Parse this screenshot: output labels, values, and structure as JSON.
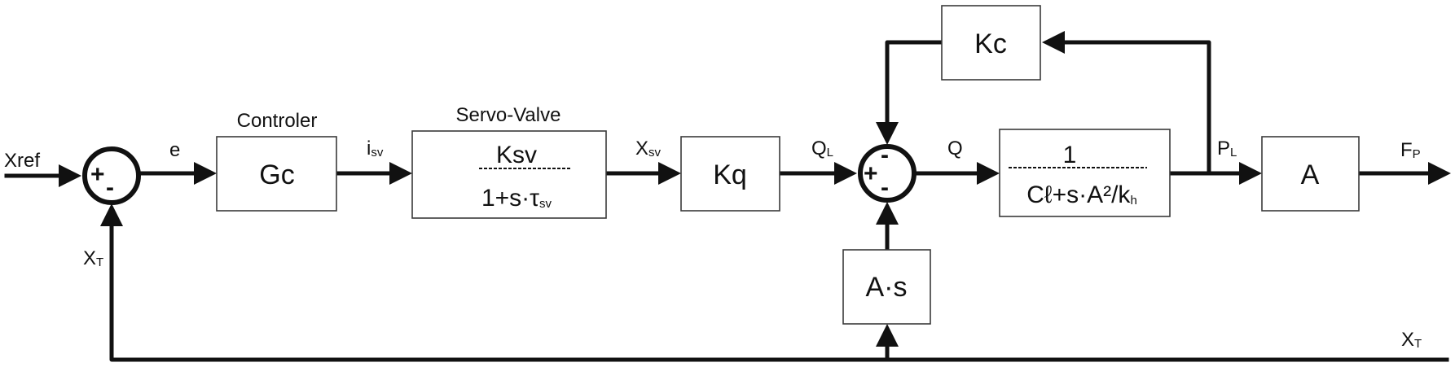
{
  "titles": {
    "controller": "Controler",
    "servo_valve": "Servo-Valve"
  },
  "blocks": {
    "gc": "Gc",
    "servo_num": "Ksv",
    "servo_den": "1+s·τ",
    "servo_den_sub": "sv",
    "kq": "Kq",
    "kc": "Kc",
    "plant_num": "1",
    "plant_den": "Cℓ+s·A²/k",
    "plant_den_sub": "h",
    "a": "A",
    "as": "A·s"
  },
  "signals": {
    "xref": "Xref",
    "e": "e",
    "isv_main": "i",
    "isv_sub": "sv",
    "xsv_main": "X",
    "xsv_sub": "sv",
    "ql_main": "Q",
    "ql_sub": "L",
    "q": "Q",
    "pl_main": "P",
    "pl_sub": "L",
    "fp_main": "F",
    "fp_sub": "P",
    "xt_left_main": "X",
    "xt_left_sub": "T",
    "xt_right_main": "X",
    "xt_right_sub": "T"
  },
  "signs": {
    "sum1_plus": "+",
    "sum1_minus": "-",
    "sum2_plus": "+",
    "sum2_minus_top": "-",
    "sum2_minus_bottom": "-"
  }
}
